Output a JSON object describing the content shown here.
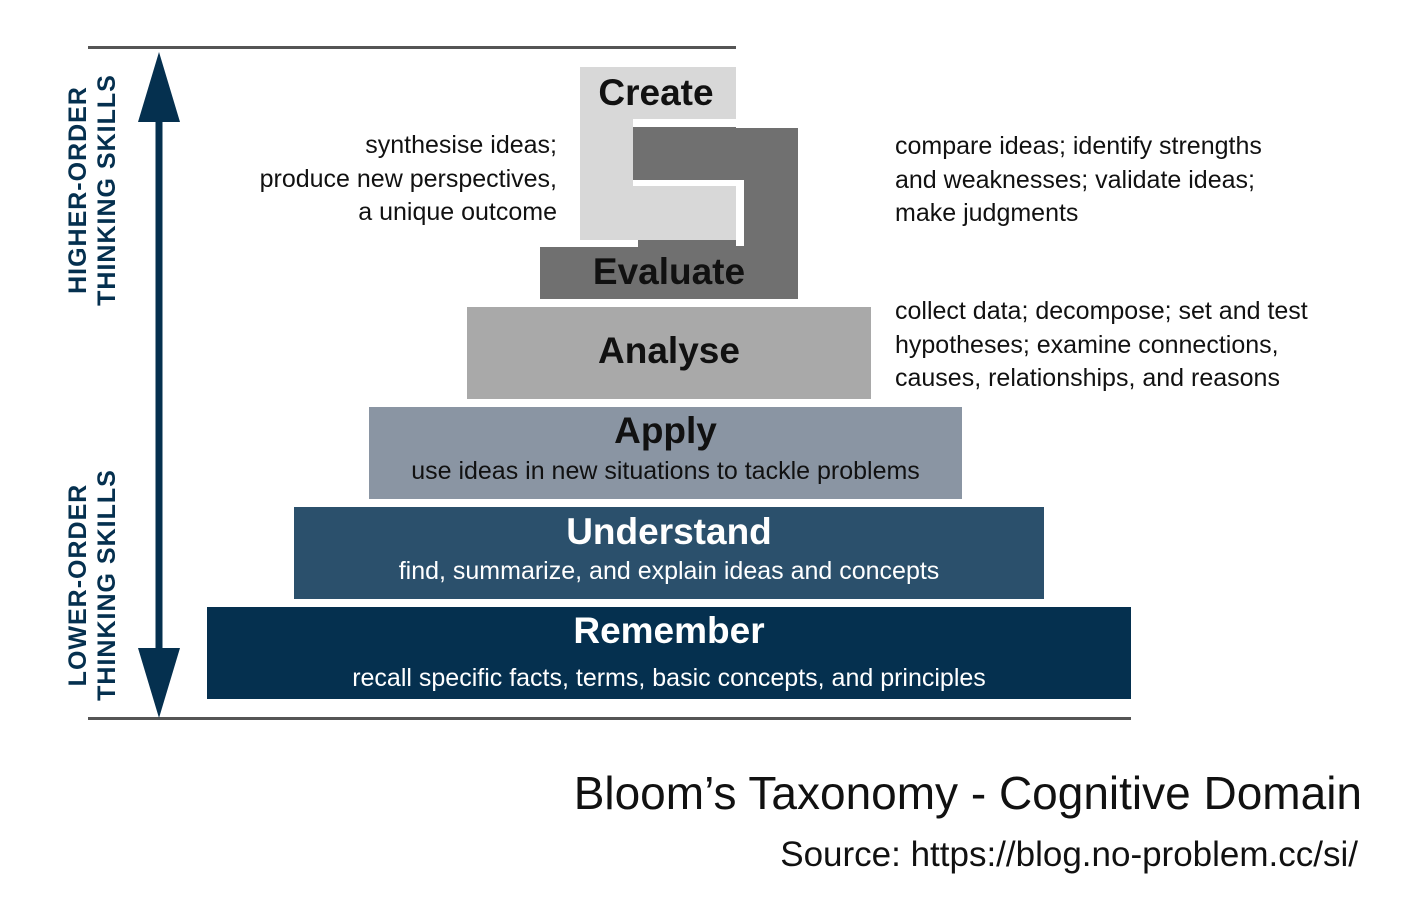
{
  "levels": {
    "create": {
      "title": "Create",
      "description": "synthesise ideas; produce new perspectives, a unique outcome",
      "lines": [
        "synthesise ideas;",
        "produce new perspectives,",
        "a unique outcome"
      ]
    },
    "evaluate": {
      "title": "Evaluate",
      "description": "compare ideas; identify strengths and weaknesses; validate ideas; make judgments",
      "lines": [
        "compare ideas; identify strengths",
        "and weaknesses; validate ideas;",
        "make judgments"
      ]
    },
    "analyse": {
      "title": "Analyse",
      "description": "collect data; decompose; set and test hypotheses; examine connections, causes, relationships, and reasons",
      "lines": [
        "collect data; decompose; set and test",
        "hypotheses; examine connections,",
        "causes, relationships, and reasons"
      ]
    },
    "apply": {
      "title": "Apply",
      "description": "use ideas in new situations to tackle problems"
    },
    "understand": {
      "title": "Understand",
      "description": "find, summarize, and explain ideas and concepts"
    },
    "remember": {
      "title": "Remember",
      "description": "recall specific facts, terms, basic concepts, and principles"
    }
  },
  "axis": {
    "higher_order": [
      "HIGHER-ORDER",
      "THINKING SKILLS"
    ],
    "lower_order": [
      "LOWER-ORDER",
      "THINKING SKILLS"
    ]
  },
  "footer": {
    "title": "Bloom’s Taxonomy - Cognitive Domain",
    "source": "Source: https://blog.no-problem.cc/si/"
  },
  "colors": {
    "create": "#d8d8d8",
    "evaluate": "#707070",
    "analyse": "#a9a9a9",
    "apply": "#8a95a3",
    "understand": "#2b506c",
    "remember": "#05304f",
    "arrow": "#05304f",
    "rule": "#555555"
  }
}
